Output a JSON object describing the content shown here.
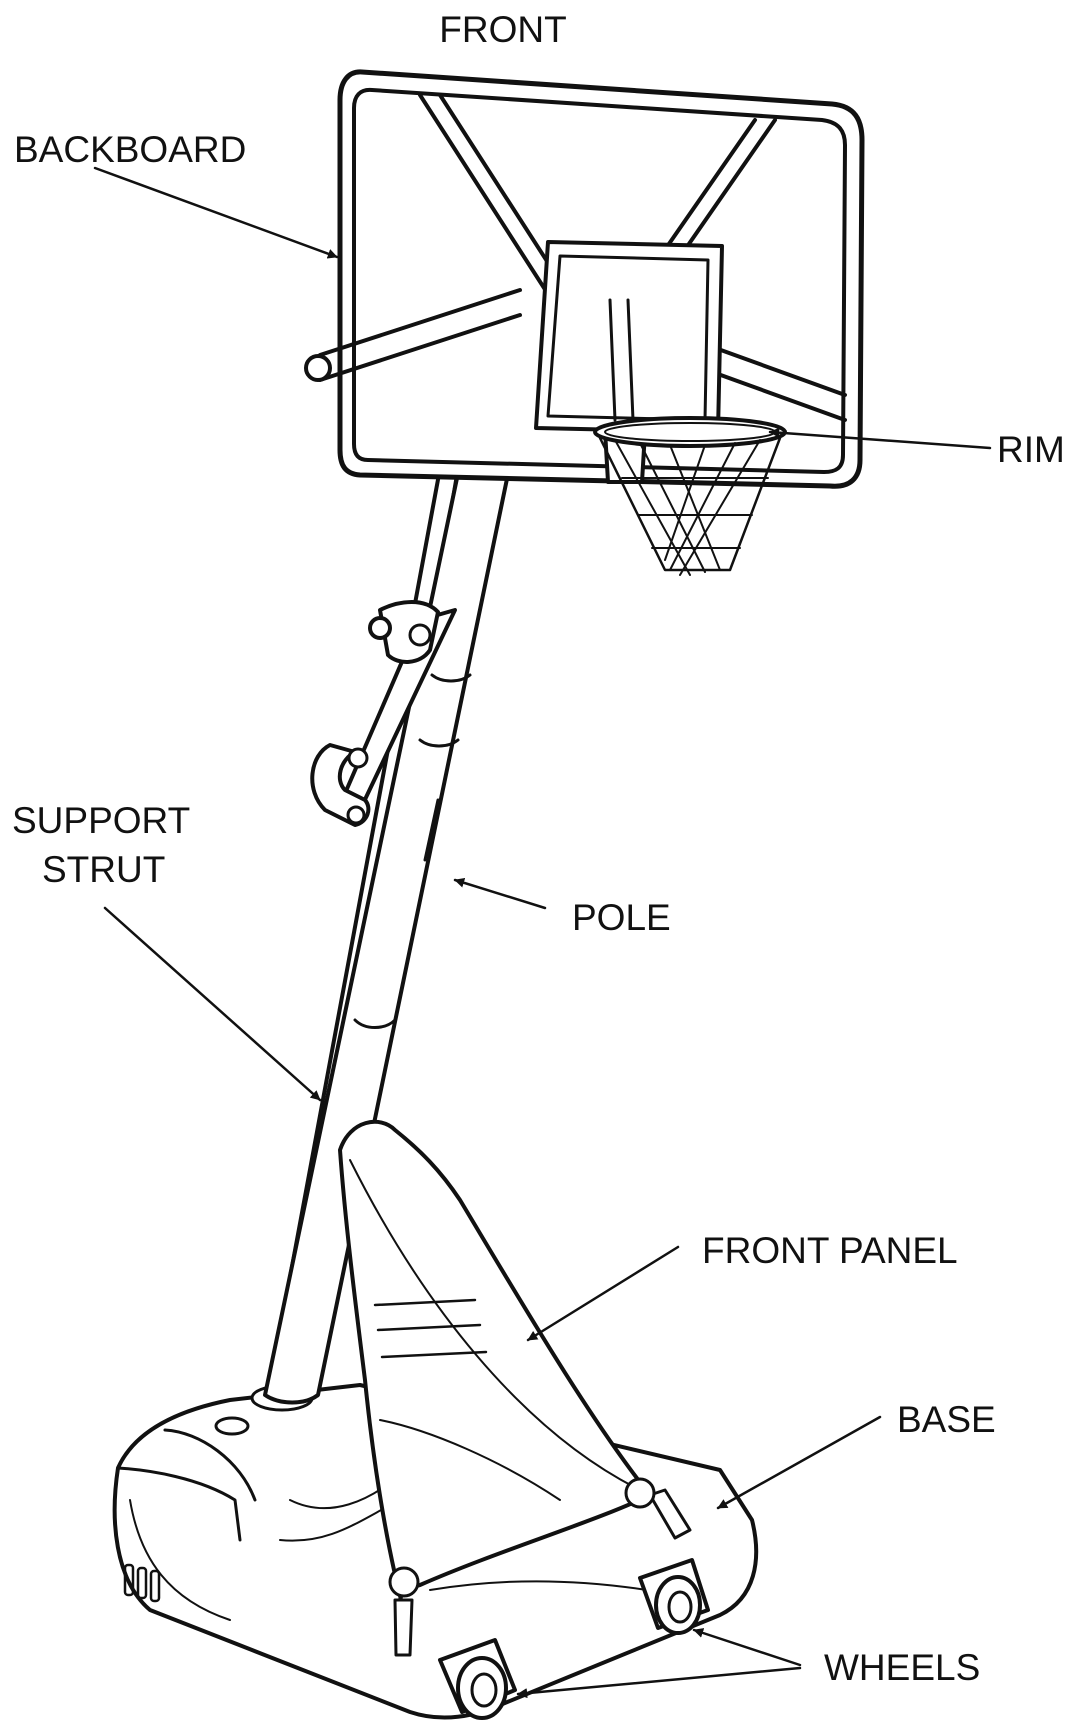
{
  "title": "FRONT",
  "labels": {
    "backboard": "BACKBOARD",
    "rim": "RIM",
    "support_strut_line1": "SUPPORT",
    "support_strut_line2": "STRUT",
    "pole": "POLE",
    "front_panel": "FRONT PANEL",
    "base": "BASE",
    "wheels": "WHEELS"
  },
  "colors": {
    "line": "#111111",
    "background": "#ffffff"
  }
}
